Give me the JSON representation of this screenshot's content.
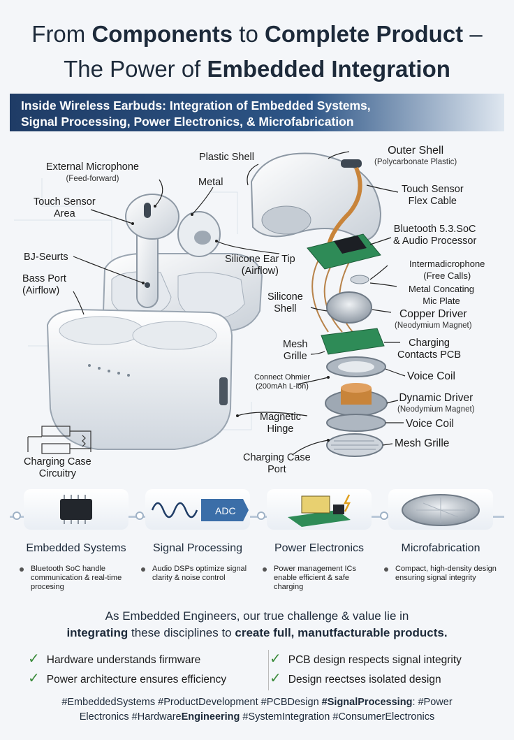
{
  "title": {
    "line1_a": "From ",
    "line1_b": "Components",
    "line1_c": " to ",
    "line1_d": "Complete Product",
    "line1_e": " –",
    "line2_a": "The Power of ",
    "line2_b": "Embedded Integration"
  },
  "banner": {
    "line1": "Inside Wireless Earbuds: Integration of Embedded Systems,",
    "line2": "Signal Processing, Power Electronics, & Microfabrication"
  },
  "labels": {
    "external_microphone": "External Microphone",
    "external_microphone_sub": "(Feed-forward)",
    "touch_sensor_area_1": "Touch Sensor",
    "touch_sensor_area_2": "Area",
    "bj_seurts": "BJ-Seurts",
    "bass_port_1": "Bass Port",
    "bass_port_2": "(Airflow)",
    "metal": "Metal",
    "plastic_shell": "Plastic Shell",
    "outer_shell": "Outer Shell",
    "outer_shell_sub": "(Polycarbonate Plastic)",
    "touch_sensor_flex_1": "Touch Sensor",
    "touch_sensor_flex_2": "Flex Cable",
    "bluetooth_soc_1": "Bluetooth 5.3.SoC",
    "bluetooth_soc_2": "& Audio Processor",
    "silicone_ear_tip_1": "Silicone Ear Tip",
    "silicone_ear_tip_2": "(Airflow)",
    "intermic_1": "Intermadicrophone",
    "intermic_2": "(Free Calls)",
    "metal_concating_1": "Metal Concating",
    "metal_concating_2": "Mic Plate",
    "silicone_shell_1": "Silicone",
    "silicone_shell_2": "Shell",
    "copper_driver": "Copper Driver",
    "copper_driver_sub": "(Neodymium Magnet)",
    "charging_contacts_1": "Charging",
    "charging_contacts_2": "Contacts PCB",
    "mesh_grille_left_1": "Mesh",
    "mesh_grille_left_2": "Grille",
    "connect_ohmier_1": "Connect Ohmier",
    "connect_ohmier_2": "(200mAh L-ion)",
    "voice_coil_1": "Voice Coil",
    "dynamic_driver": "Dynamic Driver",
    "dynamic_driver_sub": "(Neodymium Magnet)",
    "voice_coil_2": "Voice Coil",
    "magnetic_hinge_1": "Magnetic",
    "magnetic_hinge_2": "Hinge",
    "mesh_grille_right": "Mesh Grille",
    "charging_case_port_1": "Charging Case",
    "charging_case_port_2": "Port",
    "charging_case_circuitry_1": "Charging Case",
    "charging_case_circuitry_2": "Circuitry",
    "adc": "ADC"
  },
  "disciplines": [
    {
      "name": "Embedded Systems",
      "desc": "Bluetooth SoC handle communication & real-time procesing"
    },
    {
      "name": "Signal Processing",
      "desc": "Audio DSPs optimize signal clarity & noise control"
    },
    {
      "name": "Power Electronics",
      "desc": "Power management ICs enable efficient & safe charging"
    },
    {
      "name": "Microfabrication",
      "desc": "Compact, high-density design ensuring signal integrity"
    }
  ],
  "statement": {
    "a": "As Embedded Engineers, our true challenge & value lie in",
    "b1": "integrating",
    "b2": " these disciplines to ",
    "b3": "create full, manutfacturable products."
  },
  "checks": [
    "Hardware understands firmware",
    "Power architecture ensures efficiency",
    "PCB design respects signal integrity",
    "Design reectses isolated design"
  ],
  "tags": {
    "line1": "#EmbeddedSystems #ProductDevelopment #PCBDesign",
    "line1_bold": " #SignalProcessing",
    "line1_end": ": #Power",
    "line2_a": "Electronics #Hardware",
    "line2_b": "Engineering",
    "line2_c": " #SystemIntegration #ConsumerElectronics"
  },
  "colors": {
    "navy": "#1d2a3a",
    "banner": "#1f3c66",
    "check_green": "#3a8a3a",
    "pcb_green": "#2e8b57",
    "copper": "#c8843a"
  }
}
